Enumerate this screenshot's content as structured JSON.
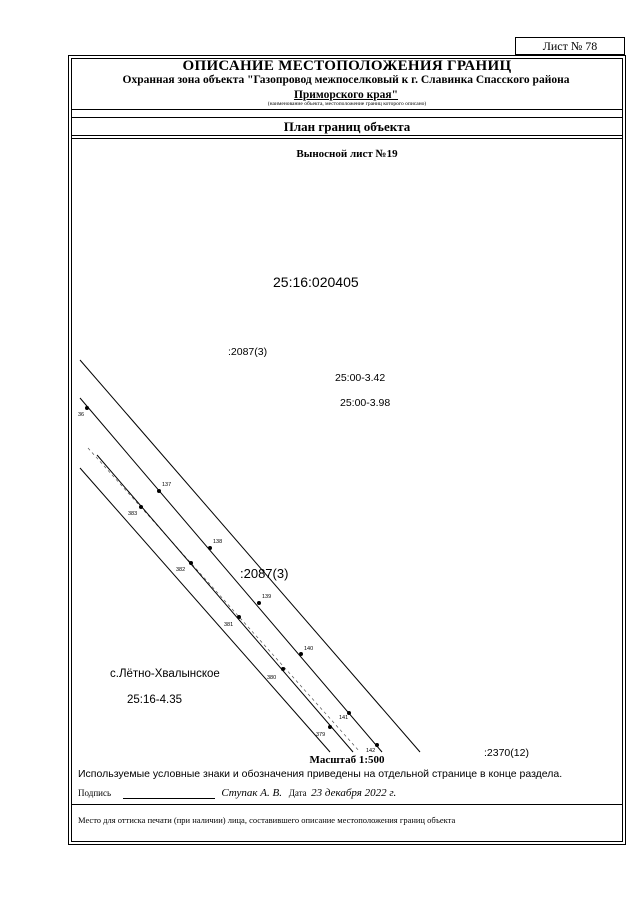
{
  "sheet_number": "Лист № 78",
  "header": {
    "title": "ОПИСАНИЕ МЕСТОПОЛОЖЕНИЯ ГРАНИЦ",
    "object_line1": "Охранная зона объекта \"Газопровод межпоселковый к г. Славинка Спасского района",
    "object_line2": "Приморского края\"",
    "object_note": "(наименование объекта, местоположение границ которого описано)"
  },
  "plan_title": "План границ объекта",
  "sub_sheet": "Выносной лист №19",
  "map": {
    "labels": {
      "quarter": "25:16:020405",
      "parcel_top": ":2087(3)",
      "parcel_mid": ":2087(3)",
      "zone1": "25:00-3.42",
      "zone2": "25:00-3.98",
      "settlement": "с.Лётно-Хвалынское",
      "zone3": "25:16-4.35",
      "parcel_bottom": ":2370(12)"
    },
    "points": [
      {
        "id": "36"
      },
      {
        "id": "137"
      },
      {
        "id": "138"
      },
      {
        "id": "139"
      },
      {
        "id": "140"
      },
      {
        "id": "141"
      },
      {
        "id": "142"
      },
      {
        "id": "383"
      },
      {
        "id": "382"
      },
      {
        "id": "381"
      },
      {
        "id": "380"
      },
      {
        "id": "379"
      }
    ]
  },
  "scale": "Масштаб 1:500",
  "legend_note": "Используемые условные знаки и обозначения приведены на отдельной странице в конце раздела.",
  "signature": {
    "label": "Подпись",
    "name": "Ступак А. В.",
    "date_label": "Дата",
    "date": "23 декабря 2022 г."
  },
  "stamp_note": "Место для оттиска печати (при наличии) лица, составившего описание местоположения границ объекта"
}
